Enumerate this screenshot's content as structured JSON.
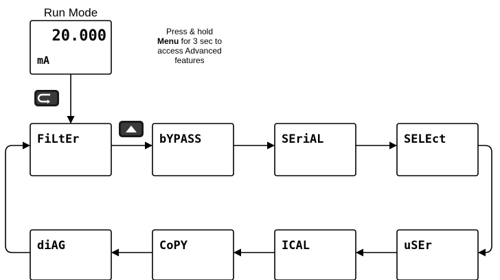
{
  "run_mode": {
    "title": "Run Mode",
    "value": "20.000",
    "unit": "mA"
  },
  "note": {
    "line1": "Press & hold",
    "bold": "Menu",
    "line2_rest": " for 3 sec to",
    "line3": "access Advanced",
    "line4": "features"
  },
  "buttons": {
    "menu": "menu-button-icon",
    "up": "up-arrow-button-icon"
  },
  "menu_top": [
    "FiLtEr",
    "bYPASS",
    "SEriAL",
    "SELEct"
  ],
  "menu_bottom": [
    "diAG",
    "CoPY",
    "ICAL",
    "uSEr"
  ]
}
